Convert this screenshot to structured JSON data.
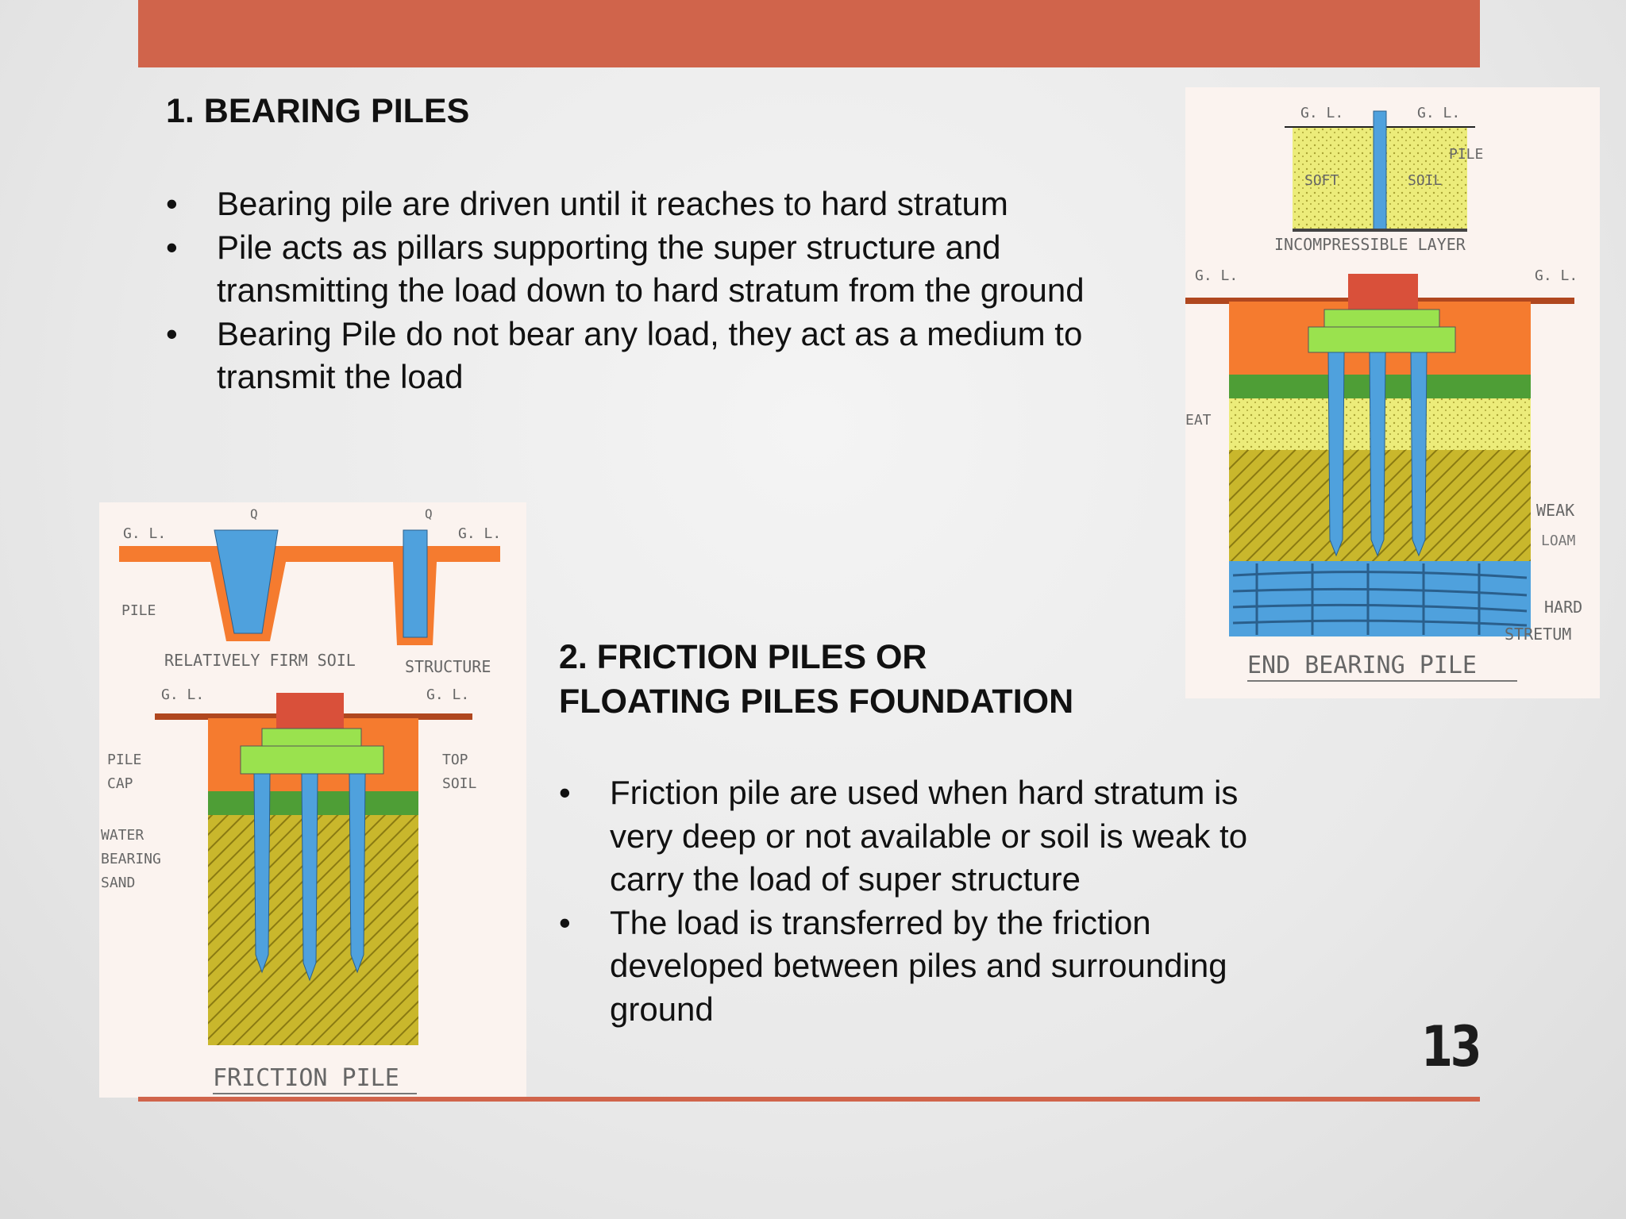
{
  "slide": {
    "page_number": "13",
    "accent_color": "#d0644b"
  },
  "section1": {
    "heading": "1.   BEARING PILES",
    "bullets": [
      "Bearing pile are driven until it reaches to hard stratum",
      "Pile acts as pillars supporting the super structure and transmitting the load down  to hard stratum from the ground",
      "Bearing Pile do not bear any load, they act as a medium to transmit the load"
    ]
  },
  "section2": {
    "heading_line1": "2. FRICTION PILES OR",
    "heading_line2": "FLOATING PILES FOUNDATION",
    "bullets": [
      "Friction pile are used when hard stratum is very deep or not available or soil is weak to carry the  load of super structure",
      "The load is transferred by the friction developed between piles  and surrounding ground"
    ]
  },
  "end_bearing_figure": {
    "caption": "END BEARING PILE",
    "labels": {
      "gl_left_top": "G. L.",
      "gl_right_top": "G. L.",
      "pile": "PILE",
      "soft": "SOFT",
      "soil": "SOIL",
      "incompressible_layer": "INCOMPRESSIBLE LAYER",
      "gl_left": "G. L.",
      "gl_right": "G. L.",
      "peat": "EAT",
      "weak": "WEAK",
      "loam": "LOAM",
      "hard": "HARD",
      "stratum": "STRETUM"
    }
  },
  "friction_figure": {
    "caption": "FRICTION PILE",
    "labels": {
      "gl_left": "G. L.",
      "q_left": "Q",
      "q_right": "Q",
      "gl_right": "G. L.",
      "pile": "PILE",
      "firm_soil": "RELATIVELY FIRM SOIL",
      "structure": "STRUCTURE",
      "gl_left2": "G. L.",
      "gl_right2": "G. L.",
      "pile_cap_1": "PILE",
      "pile_cap_2": "CAP",
      "top_soil_1": "TOP",
      "top_soil_2": "SOIL",
      "water_1": "WATER",
      "water_2": "BEARING",
      "water_3": "SAND"
    }
  }
}
